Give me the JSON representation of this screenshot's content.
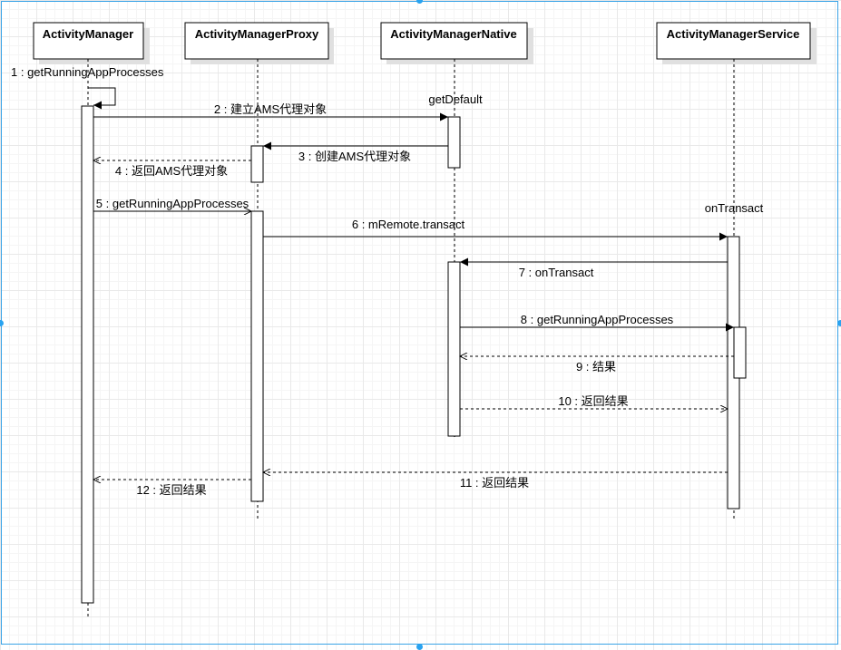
{
  "participants": [
    {
      "id": "am",
      "label": "ActivityManager"
    },
    {
      "id": "proxy",
      "label": "ActivityManagerProxy"
    },
    {
      "id": "native",
      "label": "ActivityManagerNative"
    },
    {
      "id": "service",
      "label": "ActivityManagerService"
    }
  ],
  "notes": {
    "get_default": "getDefault",
    "on_transact": "onTransact"
  },
  "messages": [
    {
      "id": "m1",
      "label": "1 : getRunningAppProcesses",
      "style": "self"
    },
    {
      "id": "m2",
      "label": "2 : 建立AMS代理对象",
      "style": "sync"
    },
    {
      "id": "m3",
      "label": "3 : 创建AMS代理对象",
      "style": "sync"
    },
    {
      "id": "m4",
      "label": "4 : 返回AMS代理对象",
      "style": "return"
    },
    {
      "id": "m5",
      "label": "5 : getRunningAppProcesses",
      "style": "async"
    },
    {
      "id": "m6",
      "label": "6 : mRemote.transact",
      "style": "sync"
    },
    {
      "id": "m7",
      "label": "7 : onTransact",
      "style": "sync"
    },
    {
      "id": "m8",
      "label": "8 : getRunningAppProcesses",
      "style": "sync"
    },
    {
      "id": "m9",
      "label": "9 : 结果",
      "style": "return"
    },
    {
      "id": "m10",
      "label": "10 : 返回结果",
      "style": "return"
    },
    {
      "id": "m11",
      "label": "11 : 返回结果",
      "style": "return"
    },
    {
      "id": "m12",
      "label": "12 : 返回结果",
      "style": "return"
    }
  ],
  "colors": {
    "stroke": "#000000",
    "shadow": "#e0e0e0",
    "selection": "#29a3f0"
  }
}
